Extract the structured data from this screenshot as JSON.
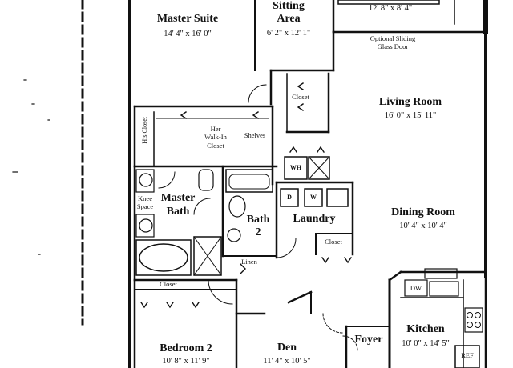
{
  "rooms": {
    "master_suite": {
      "name": "Master Suite",
      "dims": "14' 4\" x 16' 0\""
    },
    "sitting_area": {
      "name_line1": "Sitting",
      "name_line2": "Area",
      "dims": "6' 2\" x 12' 1\""
    },
    "top_room": {
      "dims": "12' 8\" x 8' 4\""
    },
    "living_room": {
      "name": "Living Room",
      "dims": "16' 0\" x 15' 11\""
    },
    "dining_room": {
      "name": "Dining Room",
      "dims": "10' 4\" x 10' 4\""
    },
    "master_bath": {
      "name_line1": "Master",
      "name_line2": "Bath"
    },
    "bath2": {
      "name_line1": "Bath",
      "name_line2": "2"
    },
    "laundry": {
      "name": "Laundry"
    },
    "bedroom2": {
      "name": "Bedroom 2",
      "dims": "10' 8\" x 11' 9\""
    },
    "den": {
      "name": "Den",
      "dims": "11' 4\" x 10' 5\""
    },
    "foyer": {
      "name": "Foyer"
    },
    "kitchen": {
      "name": "Kitchen",
      "dims": "10' 0\" x 14' 5\""
    }
  },
  "labels": {
    "sliding_door_line1": "Optional Sliding",
    "sliding_door_line2": "Glass Door",
    "closet_sitting": "Closet",
    "walkin_line1": "Her",
    "walkin_line2": "Walk-In",
    "walkin_line3": "Closet",
    "shelves": "Shelves",
    "his_closet": "His Closet",
    "wh": "WH",
    "washer": "W",
    "dryer": "D",
    "knee_line1": "Knee",
    "knee_line2": "Space",
    "linen": "Linen",
    "closet_laundry": "Closet",
    "closet_bedroom": "Closet",
    "dw": "DW",
    "ref": "REF"
  }
}
